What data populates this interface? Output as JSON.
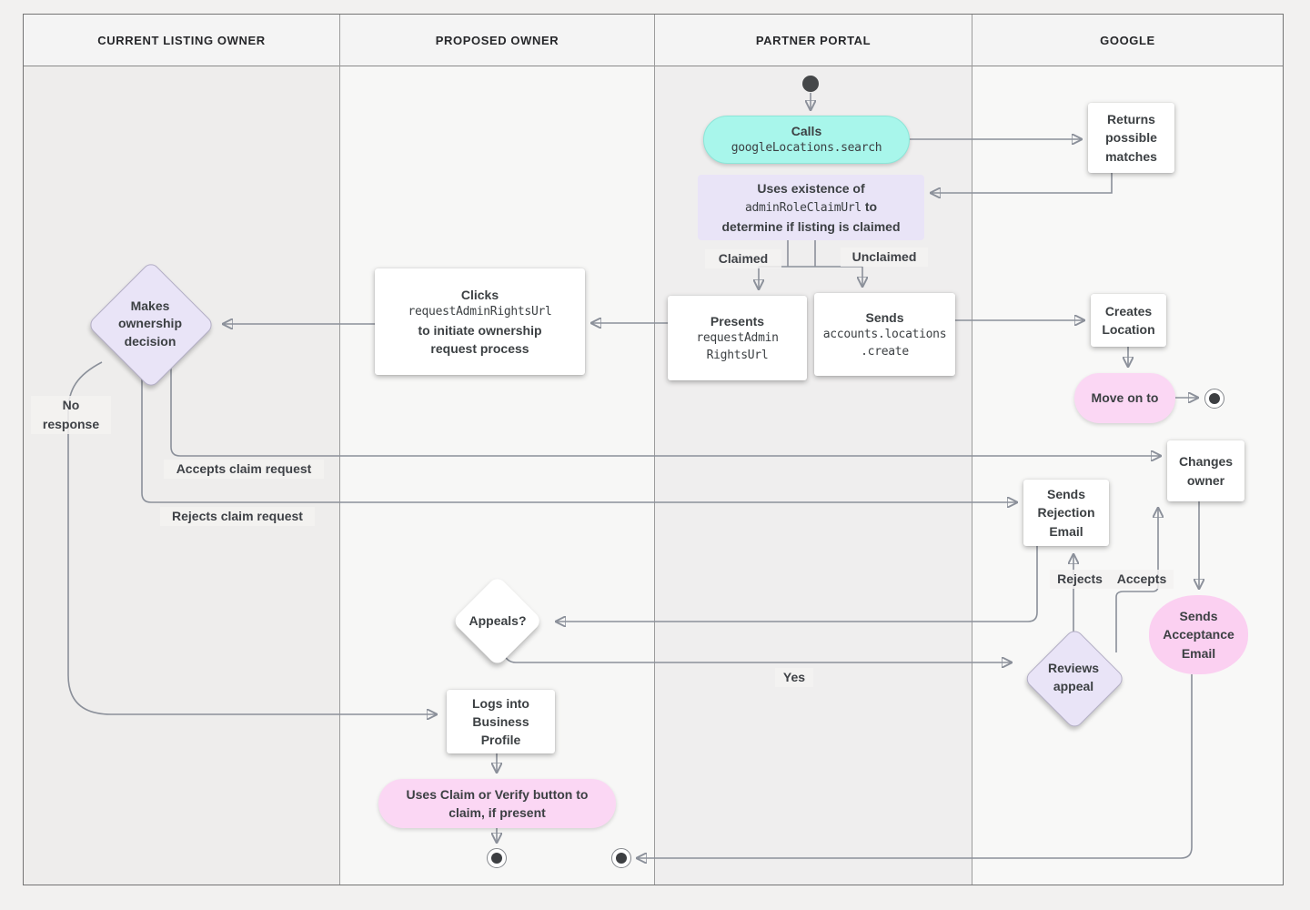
{
  "lanes": [
    {
      "label": "CURRENT LISTING OWNER"
    },
    {
      "label": "PROPOSED OWNER"
    },
    {
      "label": "PARTNER PORTAL"
    },
    {
      "label": "GOOGLE"
    }
  ],
  "nodes": {
    "calls_search": {
      "title": "Calls",
      "code": "googleLocations.search"
    },
    "returns_matches": {
      "label": "Returns possible matches"
    },
    "uses_existence": {
      "l1": "Uses existence of",
      "code": "adminRoleClaimUrl",
      "l2b": "to",
      "l3": "determine if listing is claimed"
    },
    "presents": {
      "title": "Presents",
      "code_line1": "requestAdmin",
      "code_line2": "RightsUrl"
    },
    "sends_create": {
      "title": "Sends",
      "code_line1": "accounts.locations",
      "code_line2": ".create"
    },
    "creates_location": {
      "label": "Creates Location"
    },
    "move_on": {
      "label": "Move on to"
    },
    "clicks": {
      "l1": "Clicks",
      "code": "requestAdminRightsUrl",
      "l3": "to initiate ownership request process"
    },
    "makes_decision": {
      "label": "Makes ownership decision"
    },
    "sends_rejection": {
      "label": "Sends Rejection Email"
    },
    "changes_owner": {
      "label": "Changes owner"
    },
    "appeals": {
      "label": "Appeals?"
    },
    "reviews_appeal": {
      "label": "Reviews appeal"
    },
    "sends_acceptance": {
      "label": "Sends Acceptance Email"
    },
    "logs_in": {
      "label": "Logs into Business Profile"
    },
    "uses_claim": {
      "label": "Uses Claim or Verify button to claim, if present"
    }
  },
  "edges": {
    "claimed": "Claimed",
    "unclaimed": "Unclaimed",
    "no_response": "No response",
    "accepts_claim": "Accepts claim request",
    "rejects_claim": "Rejects claim request",
    "rejects": "Rejects",
    "accepts": "Accepts",
    "yes": "Yes"
  },
  "colors": {
    "teal": "#a8f6eb",
    "lavender": "#e9e4f7",
    "pink": "#fbd7f4",
    "pink_blob": "#fbd0f1"
  }
}
